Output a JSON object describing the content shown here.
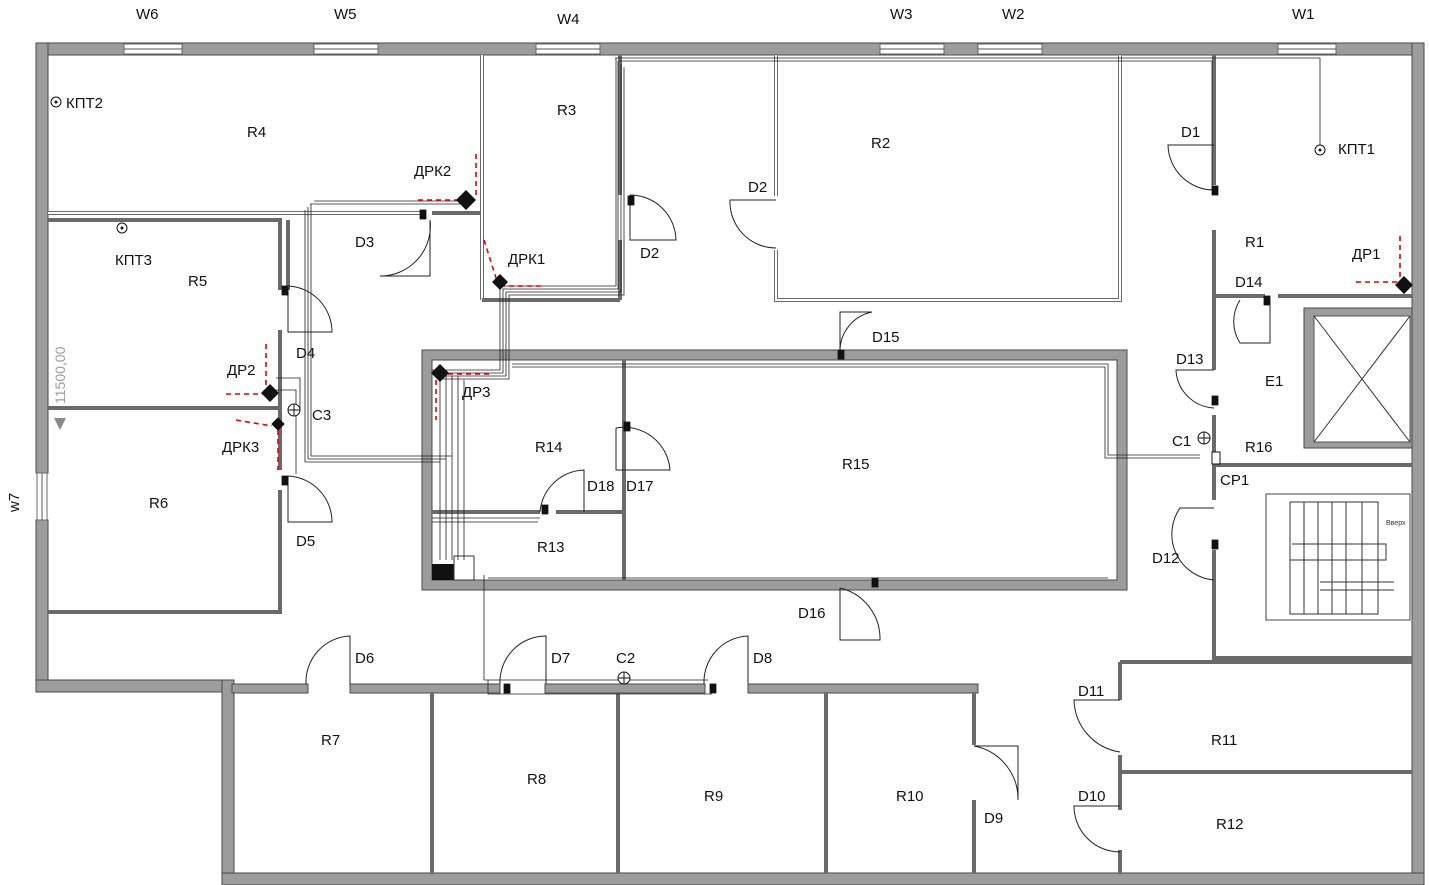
{
  "windows": [
    "W6",
    "W5",
    "W4",
    "W3",
    "W2",
    "W1",
    "w7"
  ],
  "rooms": [
    "R1",
    "R2",
    "R3",
    "R4",
    "R5",
    "R6",
    "R7",
    "R8",
    "R9",
    "R10",
    "R11",
    "R12",
    "R13",
    "R14",
    "R15",
    "R16",
    "E1"
  ],
  "doors": [
    "D1",
    "D2",
    "D2",
    "D3",
    "D4",
    "D5",
    "D6",
    "D7",
    "D8",
    "D9",
    "D10",
    "D11",
    "D12",
    "D13",
    "D14",
    "D15",
    "D16",
    "D17",
    "D18"
  ],
  "devices": {
    "kpt1": "КПТ1",
    "kpt2": "КПТ2",
    "kpt3": "КПТ3",
    "drk1": "ДРК1",
    "drk2": "ДРК2",
    "drk3": "ДРК3",
    "dr1": "ДР1",
    "dr2": "ДР2",
    "dr3": "ДР3",
    "c1": "C1",
    "c2": "C2",
    "c3": "C3",
    "cp1": "CP1"
  },
  "dimension": "11500,00",
  "stair_label": "Вверх"
}
